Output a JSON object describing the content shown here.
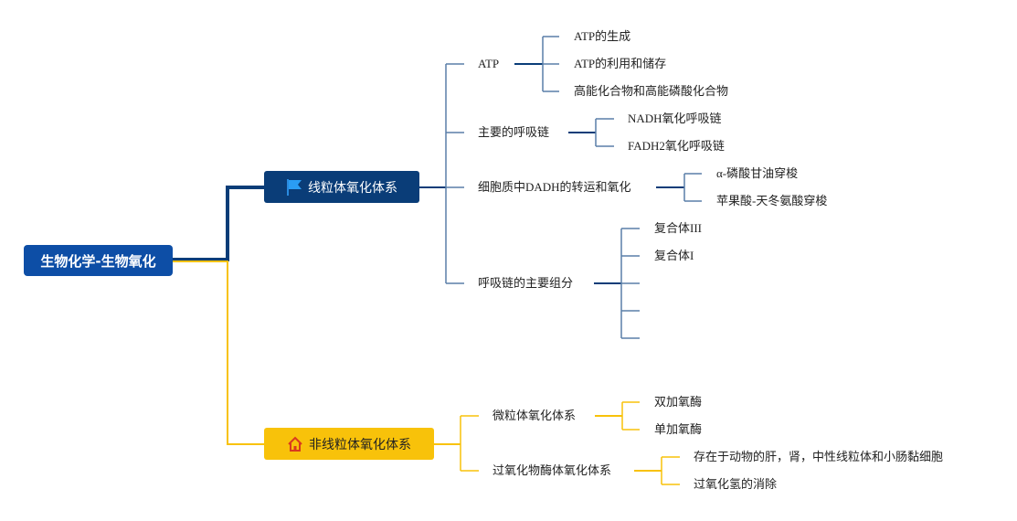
{
  "root": {
    "label": "生物化学-生物氧化"
  },
  "branch1": {
    "label": "线粒体氧化体系",
    "icon": "flag-icon",
    "color": "#0a3d78",
    "children": [
      {
        "label": "ATP",
        "children": [
          "ATP的生成",
          "ATP的利用和储存",
          "高能化合物和高能磷酸化合物"
        ]
      },
      {
        "label": "主要的呼吸链",
        "children": [
          "NADH氧化呼吸链",
          "FADH2氧化呼吸链"
        ]
      },
      {
        "label": "细胞质中DADH的转运和氧化",
        "children": [
          "α-磷酸甘油穿梭",
          "苹果酸-天冬氨酸穿梭"
        ]
      },
      {
        "label": "呼吸链的主要组分",
        "children": [
          "复合体III",
          "复合体I",
          "",
          "",
          ""
        ]
      }
    ]
  },
  "branch2": {
    "label": "非线粒体氧化体系",
    "icon": "home-icon",
    "color": "#f8c20a",
    "children": [
      {
        "label": "微粒体氧化体系",
        "children": [
          "双加氧酶",
          "单加氧酶"
        ]
      },
      {
        "label": "过氧化物酶体氧化体系",
        "children": [
          "存在于动物的肝，肾，中性线粒体和小肠黏细胞",
          "过氧化氢的消除"
        ]
      }
    ]
  }
}
